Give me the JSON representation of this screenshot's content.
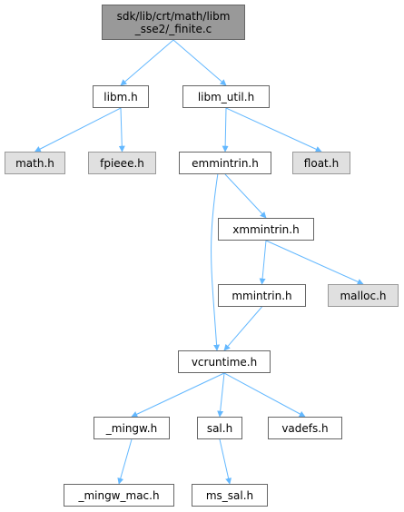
{
  "diagram": {
    "colors": {
      "edge": "#63b8ff",
      "root_fill": "#999999",
      "external_fill": "#e0e0e0",
      "node_fill": "#ffffff",
      "node_border": "#666666"
    },
    "nodes": [
      {
        "id": "finite_c",
        "label": "sdk/lib/crt/math/libm\n_sse2/_finite.c",
        "kind": "root"
      },
      {
        "id": "libm_h",
        "label": "libm.h",
        "kind": "link"
      },
      {
        "id": "libm_util_h",
        "label": "libm_util.h",
        "kind": "link"
      },
      {
        "id": "math_h",
        "label": "math.h",
        "kind": "external"
      },
      {
        "id": "fpieee_h",
        "label": "fpieee.h",
        "kind": "external"
      },
      {
        "id": "emmintrin_h",
        "label": "emmintrin.h",
        "kind": "link"
      },
      {
        "id": "float_h",
        "label": "float.h",
        "kind": "external"
      },
      {
        "id": "xmmintrin_h",
        "label": "xmmintrin.h",
        "kind": "link"
      },
      {
        "id": "mmintrin_h",
        "label": "mmintrin.h",
        "kind": "link"
      },
      {
        "id": "malloc_h",
        "label": "malloc.h",
        "kind": "external"
      },
      {
        "id": "vcruntime_h",
        "label": "vcruntime.h",
        "kind": "link"
      },
      {
        "id": "mingw_h",
        "label": "_mingw.h",
        "kind": "link"
      },
      {
        "id": "sal_h",
        "label": "sal.h",
        "kind": "link"
      },
      {
        "id": "vadefs_h",
        "label": "vadefs.h",
        "kind": "link"
      },
      {
        "id": "mingw_mac_h",
        "label": "_mingw_mac.h",
        "kind": "link"
      },
      {
        "id": "ms_sal_h",
        "label": "ms_sal.h",
        "kind": "link"
      }
    ],
    "edges": [
      [
        "finite_c",
        "libm_h"
      ],
      [
        "finite_c",
        "libm_util_h"
      ],
      [
        "libm_h",
        "math_h"
      ],
      [
        "libm_h",
        "fpieee_h"
      ],
      [
        "libm_util_h",
        "emmintrin_h"
      ],
      [
        "libm_util_h",
        "float_h"
      ],
      [
        "emmintrin_h",
        "xmmintrin_h"
      ],
      [
        "emmintrin_h",
        "vcruntime_h"
      ],
      [
        "xmmintrin_h",
        "mmintrin_h"
      ],
      [
        "xmmintrin_h",
        "malloc_h"
      ],
      [
        "mmintrin_h",
        "vcruntime_h"
      ],
      [
        "vcruntime_h",
        "mingw_h"
      ],
      [
        "vcruntime_h",
        "sal_h"
      ],
      [
        "vcruntime_h",
        "vadefs_h"
      ],
      [
        "mingw_h",
        "mingw_mac_h"
      ],
      [
        "sal_h",
        "ms_sal_h"
      ]
    ]
  }
}
